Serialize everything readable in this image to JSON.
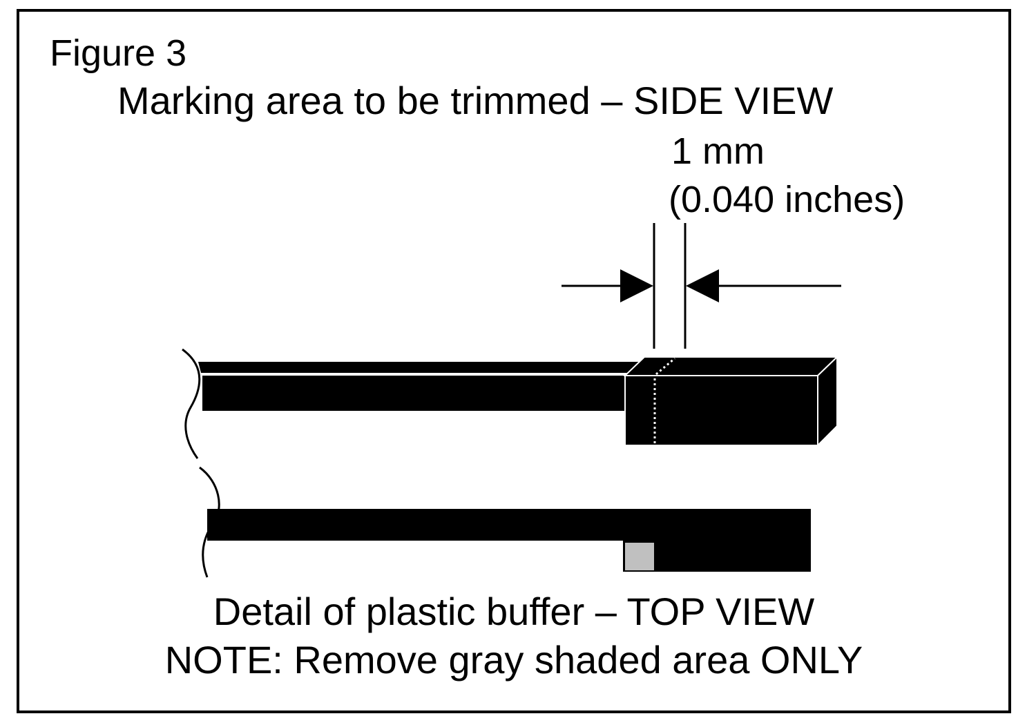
{
  "figure": {
    "label": "Figure 3",
    "side_view_title": "Marking area to be trimmed – SIDE VIEW",
    "dimension": {
      "value": "1 mm",
      "inches": "(0.040 inches)"
    },
    "top_view_title": "Detail of plastic buffer – TOP VIEW",
    "note": "NOTE:  Remove gray shaded area ONLY"
  },
  "colors": {
    "ink": "#000000",
    "paper": "#ffffff",
    "trim_area": "#c0c0c0"
  }
}
